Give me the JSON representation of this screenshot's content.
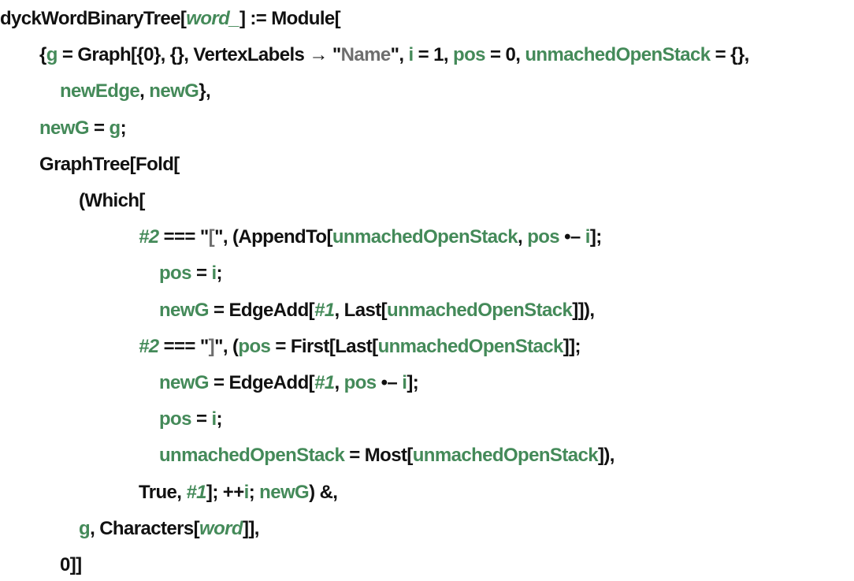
{
  "code": {
    "lines": [
      [
        [
          "dyckWordBinaryTree[",
          "k"
        ],
        [
          "word_",
          "i"
        ],
        [
          "] := Module[",
          "k"
        ]
      ],
      [
        [
          "{",
          "k"
        ],
        [
          "g",
          "v"
        ],
        [
          " = Graph[{0}, {}, VertexLabels → \"",
          "k"
        ],
        [
          "Name",
          "s"
        ],
        [
          "\", ",
          "k"
        ],
        [
          "i",
          "v"
        ],
        [
          " = 1, ",
          "k"
        ],
        [
          "pos",
          "v"
        ],
        [
          " = 0, ",
          "k"
        ],
        [
          "unmachedOpenStack",
          "v"
        ],
        [
          " = {},",
          "k"
        ]
      ],
      [
        [
          "newEdge",
          "v"
        ],
        [
          ", ",
          "k"
        ],
        [
          "newG",
          "v"
        ],
        [
          "},",
          "k"
        ]
      ],
      [
        [
          "newG",
          "v"
        ],
        [
          " = ",
          "k"
        ],
        [
          "g",
          "v"
        ],
        [
          ";",
          "k"
        ]
      ],
      [
        [
          "GraphTree[Fold[",
          "k"
        ]
      ],
      [
        [
          "(Which[",
          "k"
        ]
      ],
      [
        [
          "#2",
          "i"
        ],
        [
          " === \"",
          "k"
        ],
        [
          "[",
          "s"
        ],
        [
          "\", (AppendTo[",
          "k"
        ],
        [
          "unmachedOpenStack",
          "v"
        ],
        [
          ", ",
          "k"
        ],
        [
          "pos",
          "v"
        ],
        [
          " •– ",
          "k"
        ],
        [
          "i",
          "v"
        ],
        [
          "];",
          "k"
        ]
      ],
      [
        [
          "pos",
          "v"
        ],
        [
          " = ",
          "k"
        ],
        [
          "i",
          "v"
        ],
        [
          ";",
          "k"
        ]
      ],
      [
        [
          "newG",
          "v"
        ],
        [
          " = EdgeAdd[",
          "k"
        ],
        [
          "#1",
          "i"
        ],
        [
          ", Last[",
          "k"
        ],
        [
          "unmachedOpenStack",
          "v"
        ],
        [
          "]]),",
          "k"
        ]
      ],
      [
        [
          "#2",
          "i"
        ],
        [
          " === \"",
          "k"
        ],
        [
          "]",
          "s"
        ],
        [
          "\", (",
          "k"
        ],
        [
          "pos",
          "v"
        ],
        [
          " = First[Last[",
          "k"
        ],
        [
          "unmachedOpenStack",
          "v"
        ],
        [
          "]];",
          "k"
        ]
      ],
      [
        [
          "newG",
          "v"
        ],
        [
          " = EdgeAdd[",
          "k"
        ],
        [
          "#1",
          "i"
        ],
        [
          ", ",
          "k"
        ],
        [
          "pos",
          "v"
        ],
        [
          " •– ",
          "k"
        ],
        [
          "i",
          "v"
        ],
        [
          "];",
          "k"
        ]
      ],
      [
        [
          "pos",
          "v"
        ],
        [
          " = ",
          "k"
        ],
        [
          "i",
          "v"
        ],
        [
          ";",
          "k"
        ]
      ],
      [
        [
          "unmachedOpenStack",
          "v"
        ],
        [
          " = Most[",
          "k"
        ],
        [
          "unmachedOpenStack",
          "v"
        ],
        [
          "]),",
          "k"
        ]
      ],
      [
        [
          "True, ",
          "k"
        ],
        [
          "#1",
          "i"
        ],
        [
          "]; ++",
          "k"
        ],
        [
          "i",
          "v"
        ],
        [
          "; ",
          "k"
        ],
        [
          "newG",
          "v"
        ],
        [
          ") &,",
          "k"
        ]
      ],
      [
        [
          "g",
          "v"
        ],
        [
          ", Characters[",
          "k"
        ],
        [
          "word",
          "i"
        ],
        [
          "]],",
          "k"
        ]
      ],
      [
        [
          "0]]",
          "k"
        ]
      ]
    ]
  }
}
